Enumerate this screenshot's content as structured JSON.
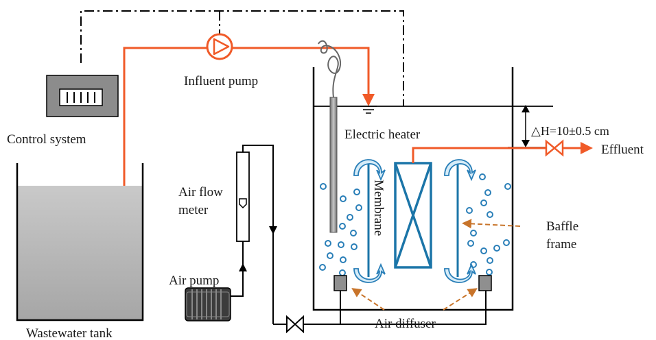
{
  "labels": {
    "influent_pump": "Influent pump",
    "control_system": "Control system",
    "wastewater_tank": "Wastewater tank",
    "electric_heater": "Electric heater",
    "delta_h": "△H=10±0.5 cm",
    "effluent": "Effluent",
    "membrane": "Membrane",
    "baffle": "Baffle",
    "frame": "frame",
    "air_flow": "Air flow",
    "meter": "meter",
    "air_pump": "Air pump",
    "air_diffuser": "Air diffuser"
  },
  "colors": {
    "pipe_orange": "#f05a28",
    "membrane_blue": "#1b75a8",
    "bubble_blue": "#2a7fb8",
    "pointer_brown": "#c8742a",
    "tank_gray": "#bdbdbd",
    "line_black": "#000000"
  }
}
